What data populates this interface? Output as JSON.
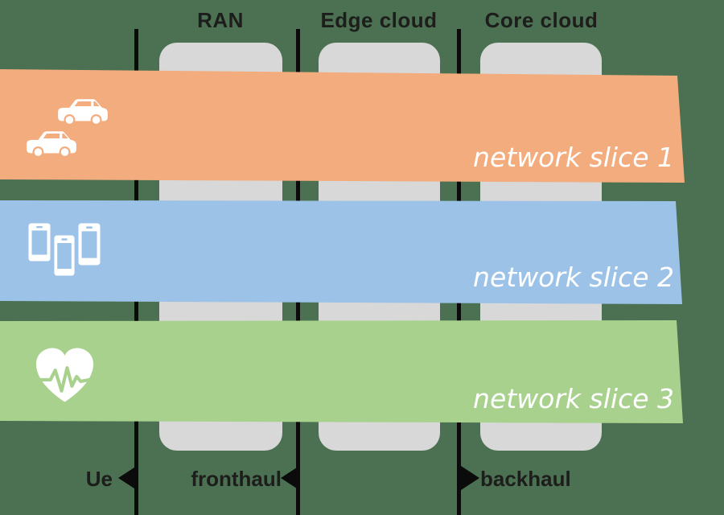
{
  "colors": {
    "background": "#4b7152",
    "band1": "#f3ac7d",
    "band2": "#9cc3e7",
    "band3": "#a8d18e",
    "pillar": "#d8d8d8",
    "line": "#0b0b0b",
    "ink": "#1d1d1b",
    "band_text": "#ffffff"
  },
  "columns": [
    {
      "label": "RAN"
    },
    {
      "label": "Edge cloud"
    },
    {
      "label": "Core cloud"
    }
  ],
  "slices": [
    {
      "label": "network slice 1",
      "icon": "cars-icon"
    },
    {
      "label": "network slice 2",
      "icon": "smartphones-icon"
    },
    {
      "label": "network slice 3",
      "icon": "heart-ecg-icon"
    }
  ],
  "interfaces": [
    {
      "label": "Ue"
    },
    {
      "label": "fronthaul"
    },
    {
      "label": "backhaul"
    }
  ]
}
